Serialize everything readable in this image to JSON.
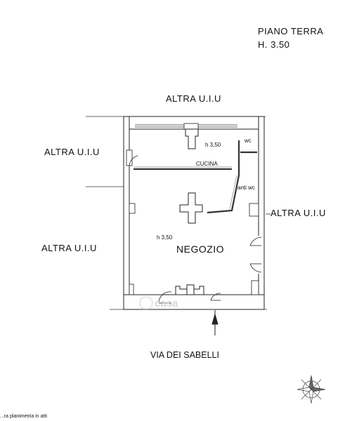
{
  "header": {
    "floor": "PIANO TERRA",
    "height": "H. 3.50"
  },
  "labels": {
    "top": "ALTRA U.I.U",
    "left_upper": "ALTRA U.I.U",
    "left_lower": "ALTRA U.I.U",
    "right": "ALTRA U.I.U",
    "street": "VIA DEI SABELLI"
  },
  "rooms": {
    "shop": "NEGOZIO",
    "kitchen": "CUCINA",
    "wc": "wc",
    "anti_wc": "anti wc",
    "height_kitchen": "h 3,50",
    "height_shop": "h 3,50"
  },
  "footer": {
    "note": "...ra planimetria in atti"
  },
  "watermark": {
    "text": "casa"
  }
}
